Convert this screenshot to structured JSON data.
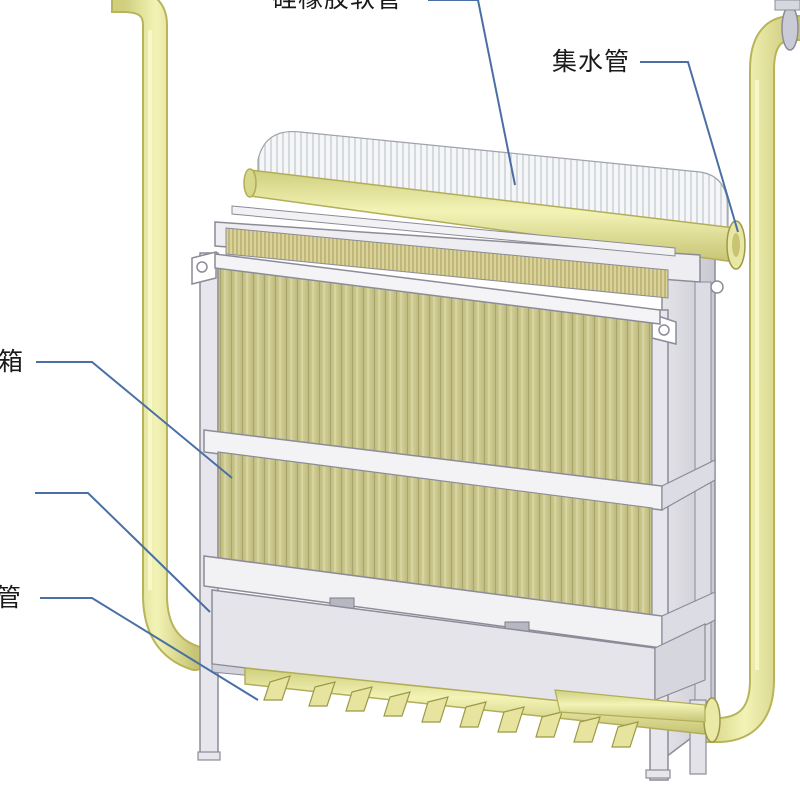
{
  "labels": {
    "silicone_hose": "硅橡胶软管",
    "collector_pipe": "集水管",
    "tank": "箱",
    "pipe": "管"
  },
  "colors": {
    "pipe_fill": "#ecec9c",
    "pipe_stroke": "#b9b45a",
    "membrane_fill": "#c9c58c",
    "frame_fill": "#ececee",
    "frame_stroke": "#8c8c98",
    "leader_line": "#4a6fa5"
  }
}
